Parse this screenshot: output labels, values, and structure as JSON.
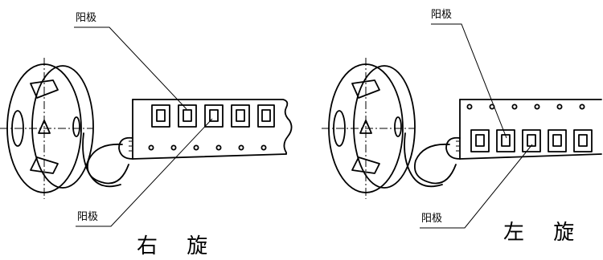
{
  "labels": {
    "anode": "阳极",
    "right_rotation": "右 旋",
    "left_rotation": "左 旋"
  },
  "diagrams": [
    {
      "id": "right",
      "caption": "右 旋",
      "anode_label_top": "阳极",
      "anode_label_bottom": "阳极"
    },
    {
      "id": "left",
      "caption": "左 旋",
      "anode_label_top": "阳极",
      "anode_label_bottom": "阳极"
    }
  ]
}
